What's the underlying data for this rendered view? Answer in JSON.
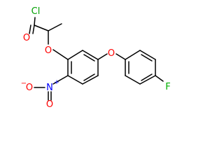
{
  "atoms": {
    "cl": "Cl",
    "o_carbonyl": "O",
    "o_ether1": "O",
    "o_ether2": "O",
    "n_nitro": "N",
    "n_charge": "+",
    "o_nitro_neg": "O",
    "o_neg_charge": "−",
    "o_nitro_db": "O",
    "f": "F"
  },
  "colors": {
    "bond": "#000000",
    "carbon_text": "#000000",
    "oxygen": "#ff0000",
    "nitrogen": "#0000ff",
    "chlorine": "#00a000",
    "fluorine": "#00b000"
  }
}
